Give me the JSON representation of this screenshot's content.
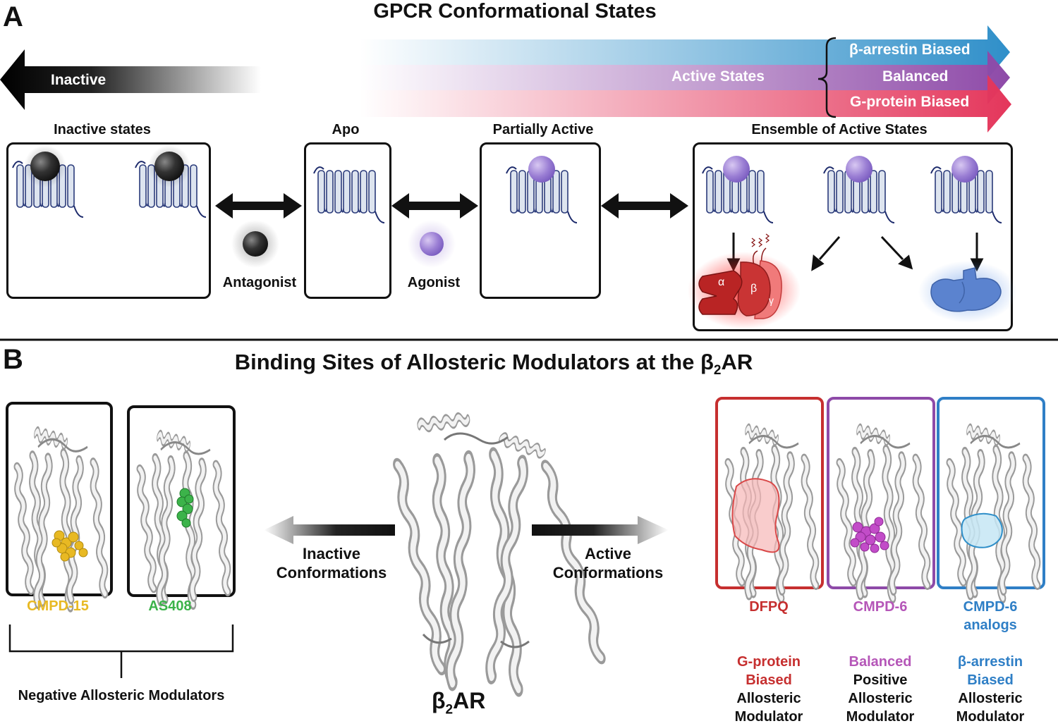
{
  "panel_a": {
    "letter": "A",
    "title": "GPCR Conformational States",
    "inactive_arrow": "Inactive",
    "active_arrow": "Active States",
    "bias_arrows": [
      "β-arrestin Biased",
      "Balanced",
      "G-protein Biased"
    ],
    "box_titles": [
      "Inactive states",
      "Apo",
      "Partially Active",
      "Ensemble of Active States"
    ],
    "ligands": [
      "Antagonist",
      "Agonist"
    ],
    "gprotein_subunits": [
      "α",
      "β",
      "γ"
    ]
  },
  "panel_b": {
    "letter": "B",
    "title_main": "Binding Sites of Allosteric Modulators at the β",
    "title_sub": "2",
    "title_end": "AR",
    "receptor_main": "β",
    "receptor_sub": "2",
    "receptor_end": "AR",
    "inactive_conf": [
      "Inactive",
      "Conformations"
    ],
    "active_conf": [
      "Active",
      "Conformations"
    ],
    "nam_compounds": [
      {
        "name": "CMPD-15",
        "color": "#e8b923"
      },
      {
        "name": "AS408",
        "color": "#3cb34a"
      }
    ],
    "nam_group": "Negative Allosteric Modulators",
    "pam_compounds": [
      {
        "name": "DFPQ",
        "color": "#c62f2f",
        "type": [
          "G-protein",
          "Biased",
          "Allosteric",
          "Modulator"
        ]
      },
      {
        "name": "CMPD-6",
        "color": "#b556b8",
        "type": [
          "Balanced",
          "Positive",
          "Allosteric",
          "Modulator"
        ]
      },
      {
        "name_lines": [
          "CMPD-6",
          "analogs"
        ],
        "color": "#2f7fc6",
        "type": [
          "β-arrestin",
          "Biased",
          "Allosteric",
          "Modulator"
        ]
      }
    ]
  },
  "colors": {
    "arrestin": "#2f8fc9",
    "balanced": "#8e4aa8",
    "gprotein": "#e4365b",
    "agonist": "#9b7fd4",
    "antagonist": "#333333"
  }
}
